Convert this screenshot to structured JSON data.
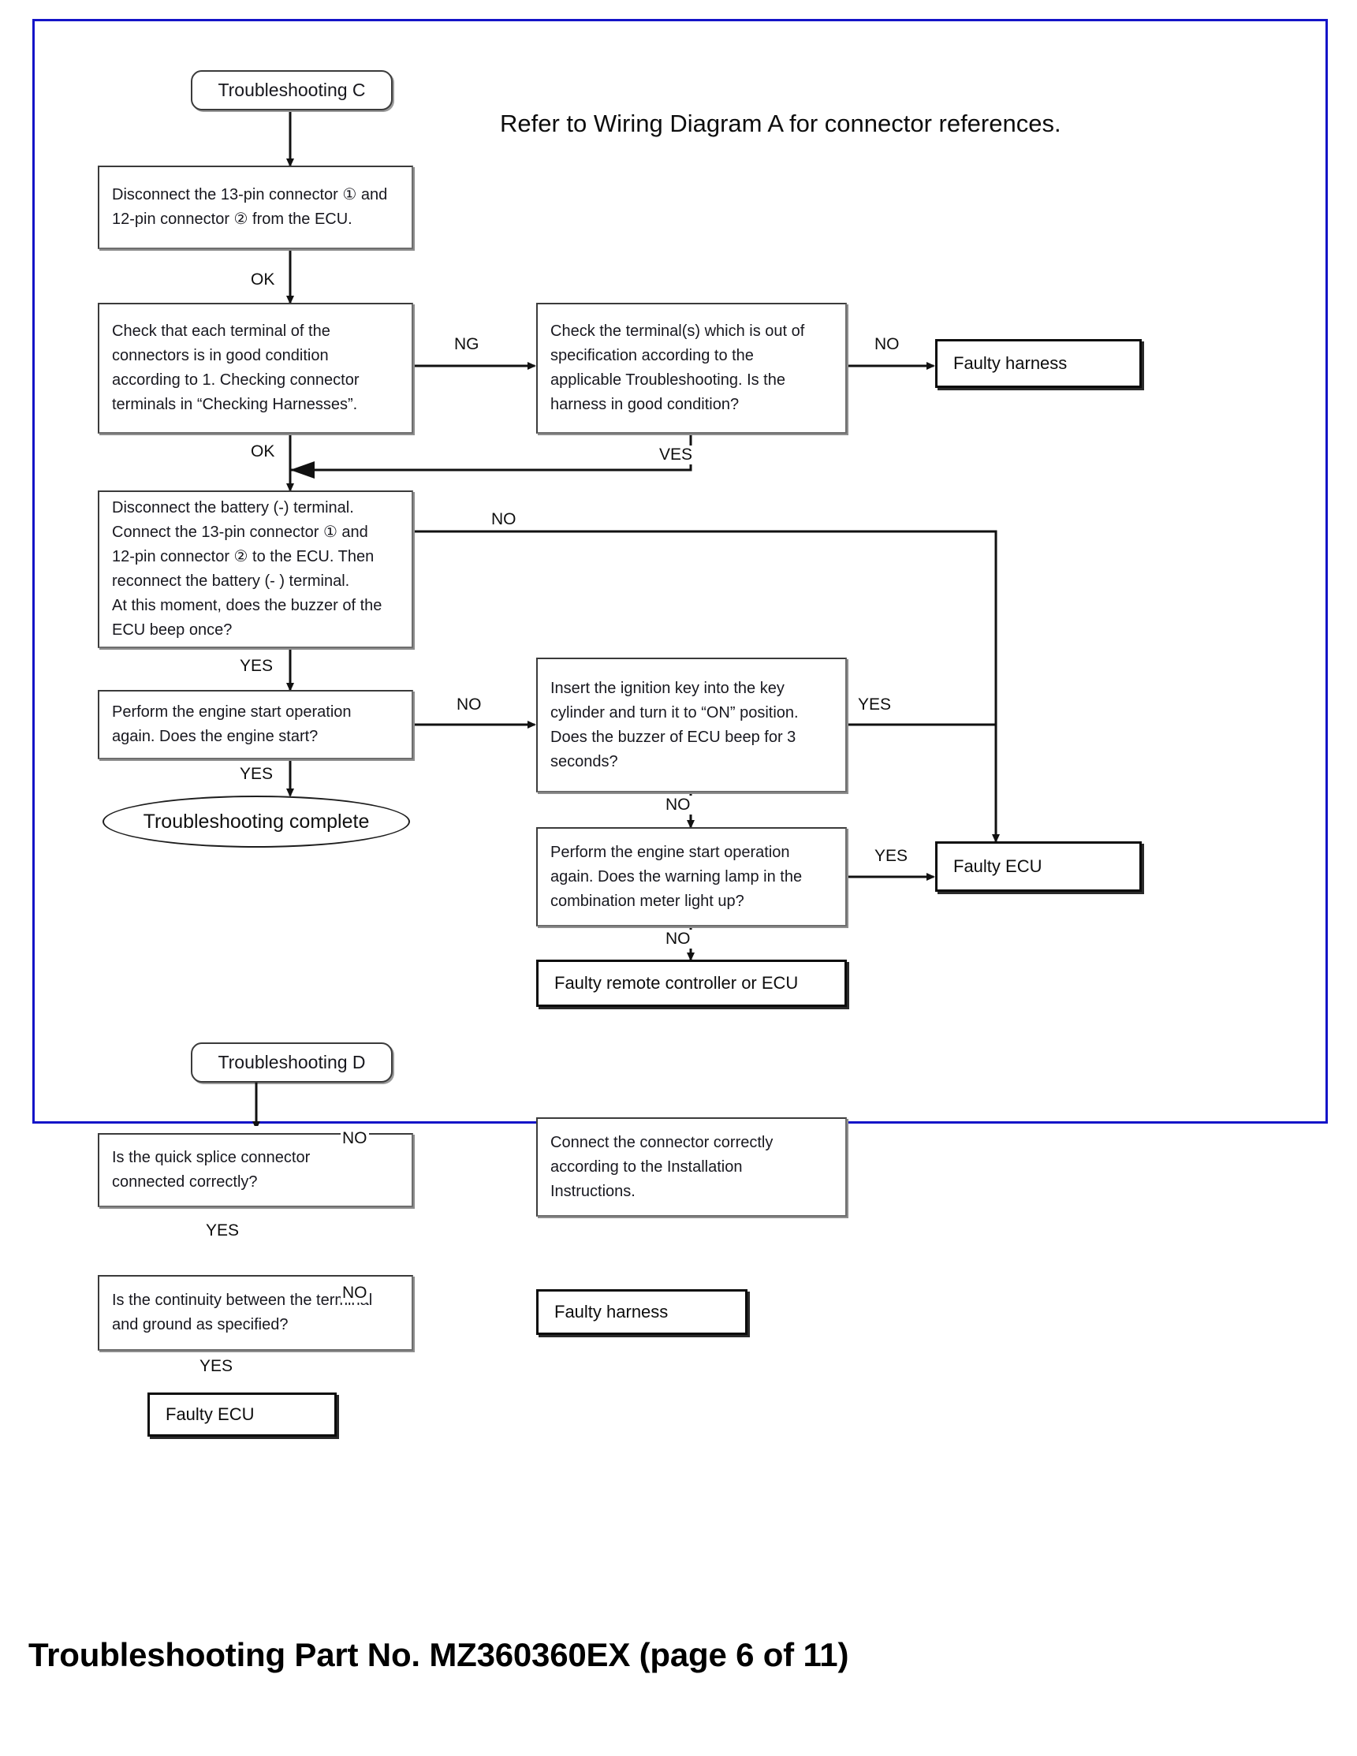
{
  "document": {
    "caption": "Troubleshooting Part No. MZ360360EX (page 6 of 11)",
    "note": "Refer to Wiring Diagram A for connector references.",
    "frame_color": "#1414c8"
  },
  "flow_c": {
    "start": {
      "label": "Troubleshooting C"
    },
    "n1": {
      "line1": "Disconnect the 13-pin connector ① and",
      "line2": "12-pin connector ② from the ECU."
    },
    "n2": {
      "line1": "Check that each terminal of the",
      "line2": "connectors is in good condition",
      "line3": "according to 1. Checking connector",
      "line4": "terminals in “Checking Harnesses”."
    },
    "n3": {
      "line1": "Check the terminal(s) which is out of",
      "line2": "specification according to the",
      "line3": "applicable Troubleshooting. Is the",
      "line4": "harness in good condition?"
    },
    "n4": {
      "label": "Faulty harness"
    },
    "n5": {
      "line1": "Disconnect  the  battery  (-)  terminal.",
      "line2": "Connect  the  13-pin connector ①  and",
      "line3": "12-pin connector ② to the ECU. Then",
      "line4": "reconnect the battery (- ) terminal.",
      "line5": "At this moment, does the buzzer of the",
      "line6": "ECU beep once?"
    },
    "n6": {
      "line1": "Perform the engine start operation",
      "line2": "again. Does the engine start?"
    },
    "n7": {
      "label": "Troubleshooting complete"
    },
    "n8": {
      "line1": "Insert the ignition key into the key",
      "line2": "cylinder and turn it to “ON” position.",
      "line3": "Does  the  buzzer  of  ECU  beep  for  3",
      "line4": "seconds?"
    },
    "n9": {
      "line1": "Perform the engine start operation",
      "line2": "again. Does the warning lamp in the",
      "line3": "combination meter light up?"
    },
    "n10": {
      "label": "Faulty ECU"
    },
    "n11": {
      "label": "Faulty remote controller or ECU"
    },
    "labels": {
      "ok1": "OK",
      "ng1": "NG",
      "no1": "NO",
      "ok2": "OK",
      "yes1": "VES",
      "no2": "NO",
      "yes2": "YES",
      "no3": "NO",
      "yes3": "YES",
      "yes4": "YES",
      "no4": "NO",
      "yes5": "YES",
      "no5": "NO"
    }
  },
  "flow_d": {
    "start": {
      "label": "Troubleshooting D"
    },
    "d1": {
      "line1": "Is the quick splice connector",
      "line2": "connected correctly?"
    },
    "d2": {
      "line1": "Connect the connector correctly",
      "line2": "according to the Installation",
      "line3": "Instructions."
    },
    "d3": {
      "line1": "Is  the  continuity between the terminal",
      "line2": "and ground as specified?"
    },
    "d4": {
      "label": "Faulty harness"
    },
    "d5": {
      "label": "Faulty ECU"
    },
    "labels": {
      "no1": "NO",
      "yes1": "YES",
      "no2": "NO",
      "yes2": "YES"
    }
  }
}
